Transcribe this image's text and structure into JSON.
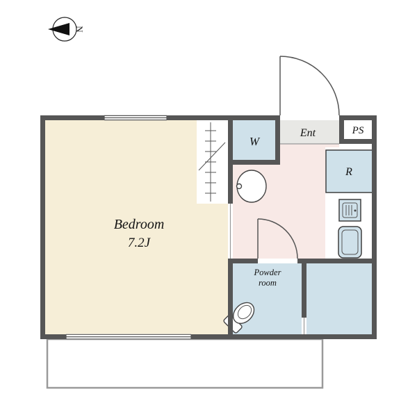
{
  "palette": {
    "wall": "#565656",
    "bedroom_fill": "#f6eed7",
    "hall_fill": "#f8e9e6",
    "wet_fill": "#cfe1ea",
    "ent_fill": "#e8e8e5",
    "balcony_border": "#9a9a9a"
  },
  "compass": {
    "label": "N"
  },
  "rooms": {
    "bedroom": {
      "name": "Bedroom",
      "size": "7.2J"
    },
    "washer": {
      "label": "W"
    },
    "entrance": {
      "label": "Ent"
    },
    "pipe_space": {
      "label": "PS"
    },
    "refrigerator": {
      "label": "R"
    },
    "powder_room": {
      "line1": "Powder",
      "line2": "room"
    }
  }
}
